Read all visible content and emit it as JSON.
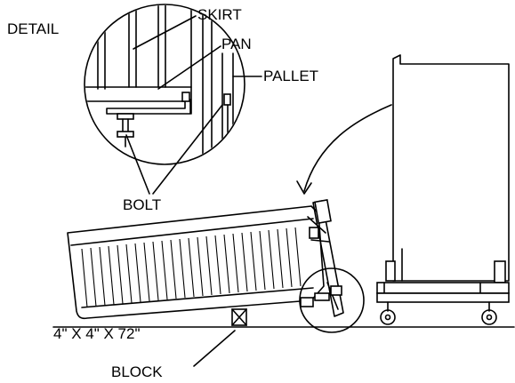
{
  "labels": {
    "detail": "DETAIL",
    "skirt": "SKIRT",
    "pan": "PAN",
    "pallet": "PALLET",
    "bolt": "BOLT",
    "block_size": "4\" X 4\" X 72\"",
    "block": "BLOCK"
  },
  "colors": {
    "line": "#000000",
    "background": "#ffffff"
  }
}
